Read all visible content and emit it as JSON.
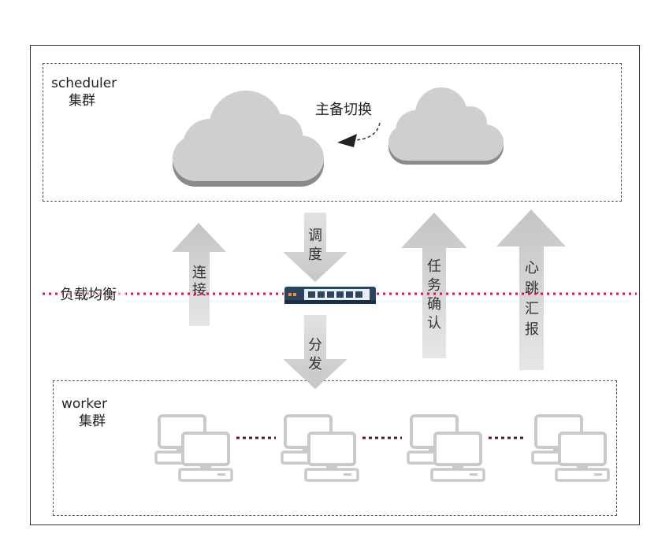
{
  "scheduler_cluster": {
    "name": "scheduler",
    "sub": "集群"
  },
  "worker_cluster": {
    "name": "worker",
    "sub": "集群"
  },
  "failover_label": "主备切换",
  "load_balance_label": "负载均衡",
  "arrows": {
    "connect": "连接",
    "dispatch": "调度",
    "distribute": "分发",
    "task_confirm": "任务确认",
    "heartbeat": "心跳汇报"
  },
  "colors": {
    "cloud_fill": "#cfcfcf",
    "cloud_shadow": "#8a8a8a",
    "arrow_fill": "#d4d4d4",
    "lb_line": "#c81e5a",
    "switch_body": "#2a4461",
    "worker_gray": "#c9c9c9",
    "worker_dots": "#5a1a1a"
  },
  "workers": [
    1,
    2,
    3,
    4
  ]
}
